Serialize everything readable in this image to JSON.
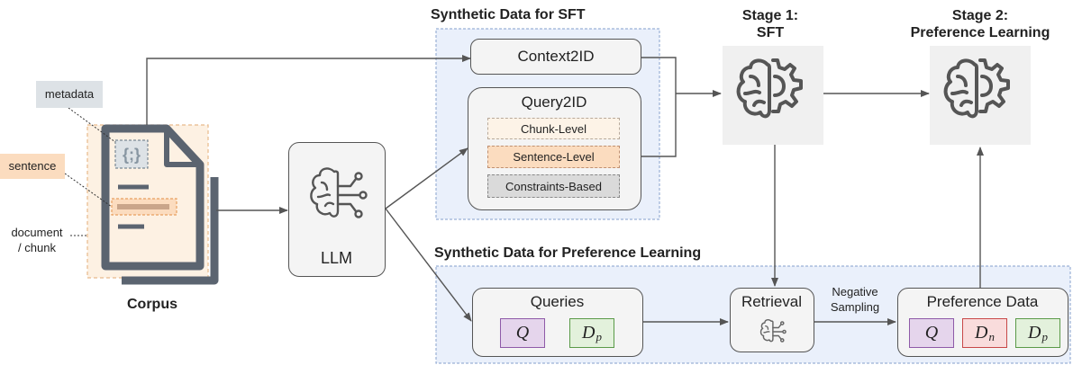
{
  "corpus": {
    "label": "Corpus",
    "metadata_label": "metadata",
    "sentence_label": "sentence",
    "document_label_line1": "document",
    "document_label_line2": "/ chunk"
  },
  "llm": {
    "label": "LLM"
  },
  "sft_data": {
    "title": "Synthetic Data for SFT",
    "context2id": "Context2ID",
    "query2id": {
      "title": "Query2ID",
      "items": [
        "Chunk-Level",
        "Sentence-Level",
        "Constraints-Based"
      ]
    }
  },
  "stage1": {
    "line1": "Stage 1:",
    "line2": "SFT"
  },
  "stage2": {
    "line1": "Stage 2:",
    "line2": "Preference Learning"
  },
  "pref_data_section": {
    "title": "Synthetic Data for Preference Learning"
  },
  "queries": {
    "title": "Queries",
    "q": "Q",
    "dp_main": "D",
    "dp_sub": "p"
  },
  "retrieval": {
    "label": "Retrieval"
  },
  "negative_sampling": {
    "line1": "Negative",
    "line2": "Sampling"
  },
  "preference_data": {
    "title": "Preference Data",
    "q": "Q",
    "dn_main": "D",
    "dn_sub": "n",
    "dp_main": "D",
    "dp_sub": "p"
  },
  "colors": {
    "sft_region_bg": "#eaf0fb",
    "sft_region_border": "#9bb0d6",
    "chunk_bg": "#fdf3e7",
    "sentence_bg": "#fbdcbf",
    "constraints_bg": "#dadada",
    "q_bg": "#e5d5ec",
    "q_border": "#8e5aa8",
    "dp_bg": "#e3f1dc",
    "dp_border": "#5a9a48",
    "dn_bg": "#f9dcdc",
    "dn_border": "#c84848",
    "corpus_bg": "#fdf1e3",
    "metadata_bg": "#dde2e6"
  },
  "icons": [
    "document-icon",
    "braces-icon",
    "brain-circuit-icon",
    "brain-gear-icon"
  ]
}
